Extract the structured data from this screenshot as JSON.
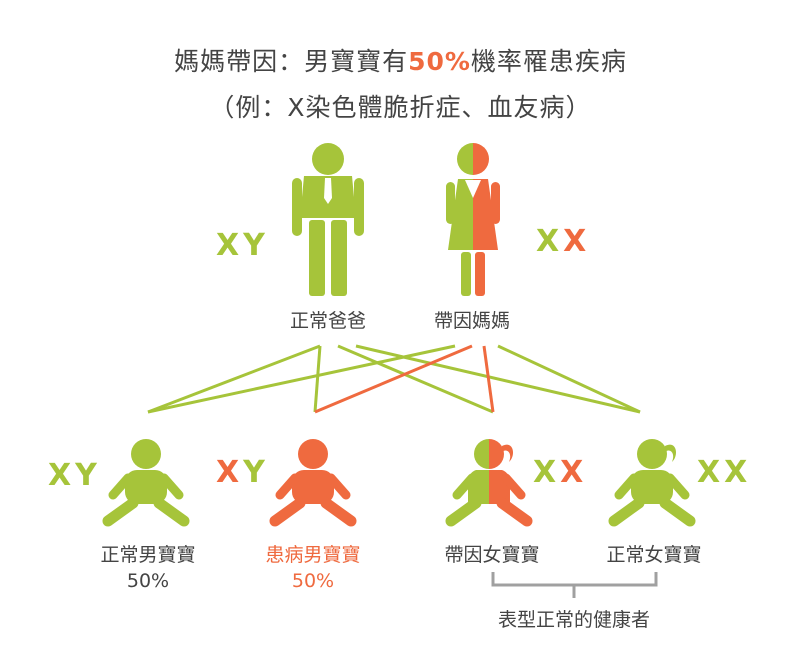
{
  "title": {
    "line1_prefix": "媽媽帶因：男寶寶有",
    "line1_percent": "50%",
    "line1_suffix": "機率罹患疾病",
    "line2": "（例：X染色體脆折症、血友病）"
  },
  "parents": {
    "father": {
      "chrom": "XY",
      "label": "正常爸爸"
    },
    "mother": {
      "chrom_normal": "X",
      "chrom_affected": "X",
      "label": "帶因媽媽"
    }
  },
  "children": [
    {
      "chrom": "XY",
      "label": "正常男寶寶",
      "percent": "50%"
    },
    {
      "chrom_affected": "X",
      "chrom_normal": "Y",
      "label": "患病男寶寶",
      "percent": "50%"
    },
    {
      "chrom_normal": "X",
      "chrom_affected": "X",
      "label": "帶因女寶寶"
    },
    {
      "chrom": "XX",
      "label": "正常女寶寶"
    }
  ],
  "bracket_label": "表型正常的健康者",
  "colors": {
    "green": "#a6c43a",
    "orange": "#ef6a3f",
    "text": "#444444",
    "bracket": "#a0a0a0"
  }
}
